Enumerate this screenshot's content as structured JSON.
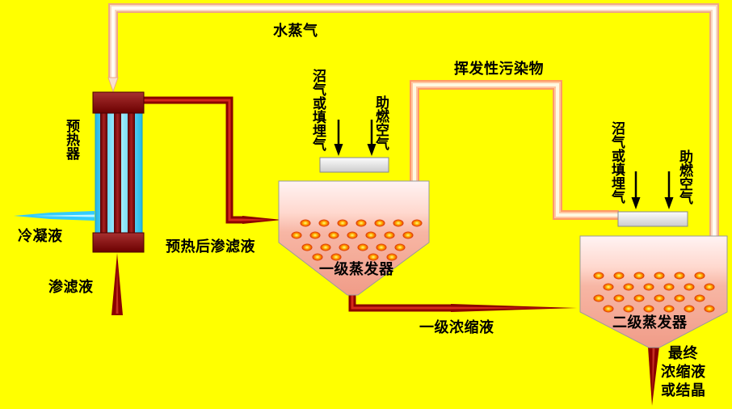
{
  "colors": {
    "background": "#FFFF00",
    "label_text": "#000000",
    "leachate": "#8B0000",
    "condensate": "#33CCFF",
    "steam_pipe": "#EFA883",
    "volatile_pipe": "#FF9966",
    "evaporator": "#F7B6A4"
  },
  "labels": {
    "steam": "水蒸气",
    "volatile_pollutants": "挥发性污染物",
    "preheater": "预热器",
    "condensate": "冷凝液",
    "leachate": "渗滤液",
    "preheated_leachate": "预热后渗滤液",
    "evaporator_1": "一级蒸发器",
    "primary_concentrate": "一级浓缩液",
    "evaporator_2": "二级蒸发器",
    "biogas_1": "沼气或填埋气",
    "combustion_air_1": "助燃空气",
    "biogas_2": "沼气或填埋气",
    "combustion_air_2": "助燃空气",
    "final_product": [
      "最终",
      "浓缩液",
      "或结晶"
    ]
  }
}
